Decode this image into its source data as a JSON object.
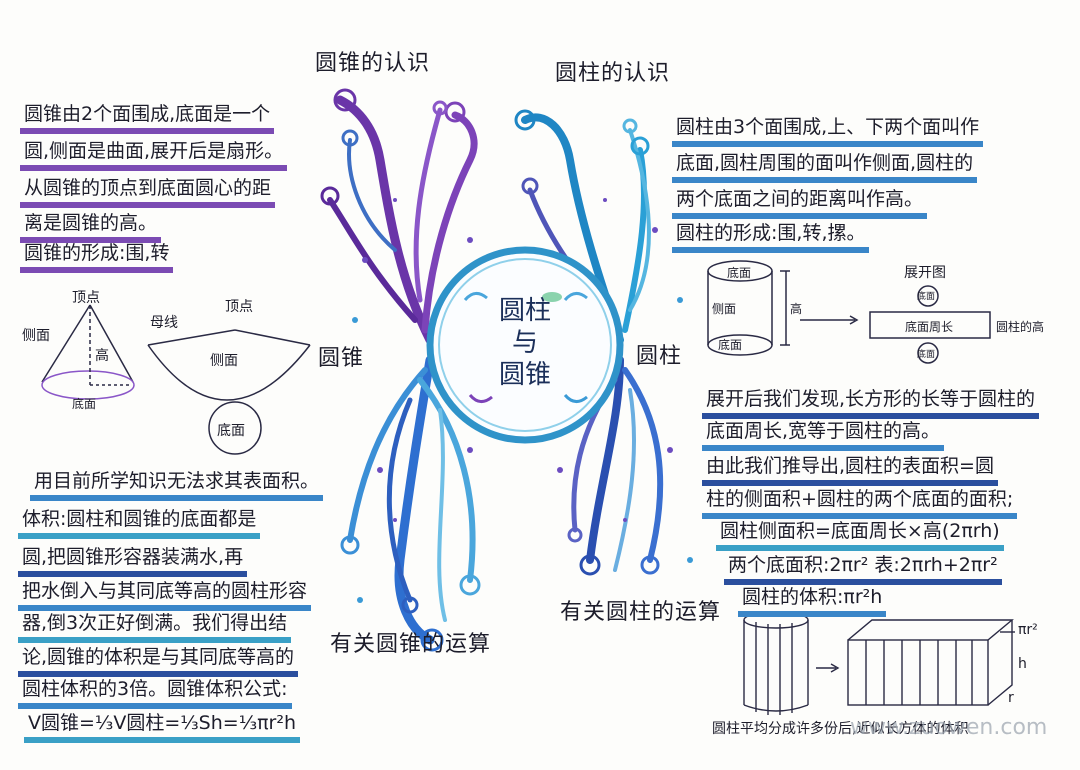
{
  "center": {
    "line1": "圆柱",
    "line2": "与",
    "line3": "圆锥"
  },
  "headings": {
    "cone_intro": "圆锥的认识",
    "cylinder_intro": "圆柱的认识",
    "cone": "圆锥",
    "cylinder": "圆柱",
    "cone_calc": "有关圆锥的运算",
    "cylinder_calc": "有关圆柱的运算"
  },
  "cone_text": [
    "圆锥由2个面围成,底面是一个",
    "圆,侧面是曲面,展开后是扇形。",
    "从圆锥的顶点到底面圆心的距",
    "离是圆锥的高。",
    "圆锥的形成:围,转"
  ],
  "cylinder_text": [
    "圆柱由3个面围成,上、下两个面叫作",
    "底面,圆柱周围的面叫作侧面,圆柱的",
    "两个底面之间的距离叫作高。",
    "圆柱的形成:围,转,摞。"
  ],
  "cone_labels": {
    "apex": "顶点",
    "side": "侧面",
    "height": "高",
    "base": "底面",
    "generatrix": "母线",
    "apex2": "顶点",
    "side2": "侧面",
    "base2": "底面"
  },
  "cylinder_labels": {
    "base_top": "底面",
    "side": "侧面",
    "base_bottom": "底面",
    "height": "高",
    "unfold_title": "展开图",
    "base1": "底面",
    "rect_len": "底面周长",
    "rect_h": "圆柱的高",
    "base2": "底面"
  },
  "cone_volume_text": [
    "用目前所学知识无法求其表面积。",
    "体积:圆柱和圆锥的底面都是",
    "圆,把圆锥形容器装满水,再",
    "把水倒入与其同底等高的圆柱形容",
    "器,倒3次正好倒满。我们得出结",
    "论,圆锥的体积是与其同底等高的",
    "圆柱体积的3倍。圆锥体积公式:",
    "V圆锥=⅓V圆柱=⅓Sh=⅓πr²h"
  ],
  "cylinder_calc_text": [
    "展开后我们发现,长方形的长等于圆柱的",
    "底面周长,宽等于圆柱的高。",
    "由此我们推导出,圆柱的表面积=圆",
    "柱的侧面积+圆柱的两个底面的面积;",
    "圆柱侧面积=底面周长×高(2πrh)",
    "两个底面积:2πr² 表:2πrh+2πr²",
    "圆柱的体积:πr²h"
  ],
  "volume_diagram": {
    "label_top": "πr²",
    "label_h": "h",
    "label_r": "r",
    "caption": "圆柱平均分成许多份后,近似长方体的体积"
  },
  "watermark": "www.zuowen.com",
  "colors": {
    "purple": "#7b4bb3",
    "blue": "#3a86c8",
    "teal": "#3aa0c6",
    "navy": "#2b4f9e"
  }
}
